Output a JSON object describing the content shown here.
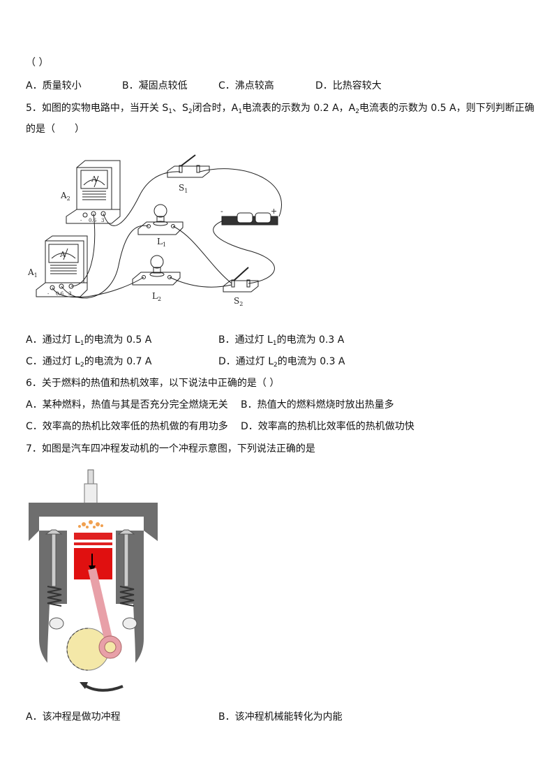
{
  "q4": {
    "stem_tail": "（ ）",
    "options": [
      "A．质量较小",
      "B．凝固点较低",
      "C．沸点较高",
      "D．比热容较大"
    ]
  },
  "q5": {
    "stem_line1_a": "5．如图的实物电路中，当开关 S",
    "s1_sub": "1",
    "stem_line1_b": "、S",
    "s2_sub": "2",
    "stem_line1_c": "闭合时，A",
    "a1_sub": "1",
    "stem_line1_d": "电流表的示数为 0.2 A，A",
    "a2_sub": "2",
    "stem_line1_e": "电流表的示数为 0.5 A，则下列判断正确",
    "stem_line2": "的是（　　）",
    "figure": {
      "ammeter_face": "A",
      "terminal_minus": "-",
      "terminal_06": "0.6",
      "terminal_3": "3",
      "battery_minus": "-",
      "battery_plus": "+",
      "label_A": "A",
      "label_S": "S",
      "label_L": "L",
      "sub1": "1",
      "sub2": "2"
    },
    "options": [
      {
        "pre": "A．通过灯 L",
        "sub": "1",
        "post": "的电流为 0.5 A"
      },
      {
        "pre": "B．通过灯 L",
        "sub": "1",
        "post": "的电流为 0.3 A"
      },
      {
        "pre": "C．通过灯 L",
        "sub": "2",
        "post": "的电流为 0.7 A"
      },
      {
        "pre": "D．通过灯 L",
        "sub": "2",
        "post": "的电流为 0.3 A"
      }
    ]
  },
  "q6": {
    "stem": "6．关于燃料的热值和热机效率，以下说法中正确的是（   ）",
    "options": [
      "A．某种燃料，热值与其是否充分完全燃烧无关",
      "B．热值大的燃料燃烧时放出热量多",
      "C．效率高的热机比效率低的热机做的有用功多",
      "D．效率高的热机比效率低的热机做功快"
    ]
  },
  "q7": {
    "stem": "7．如图是汽车四冲程发动机的一个冲程示意图，下列说法正确的是",
    "options": [
      "A．该冲程是做功冲程",
      "B．该冲程机械能转化为内能"
    ]
  }
}
